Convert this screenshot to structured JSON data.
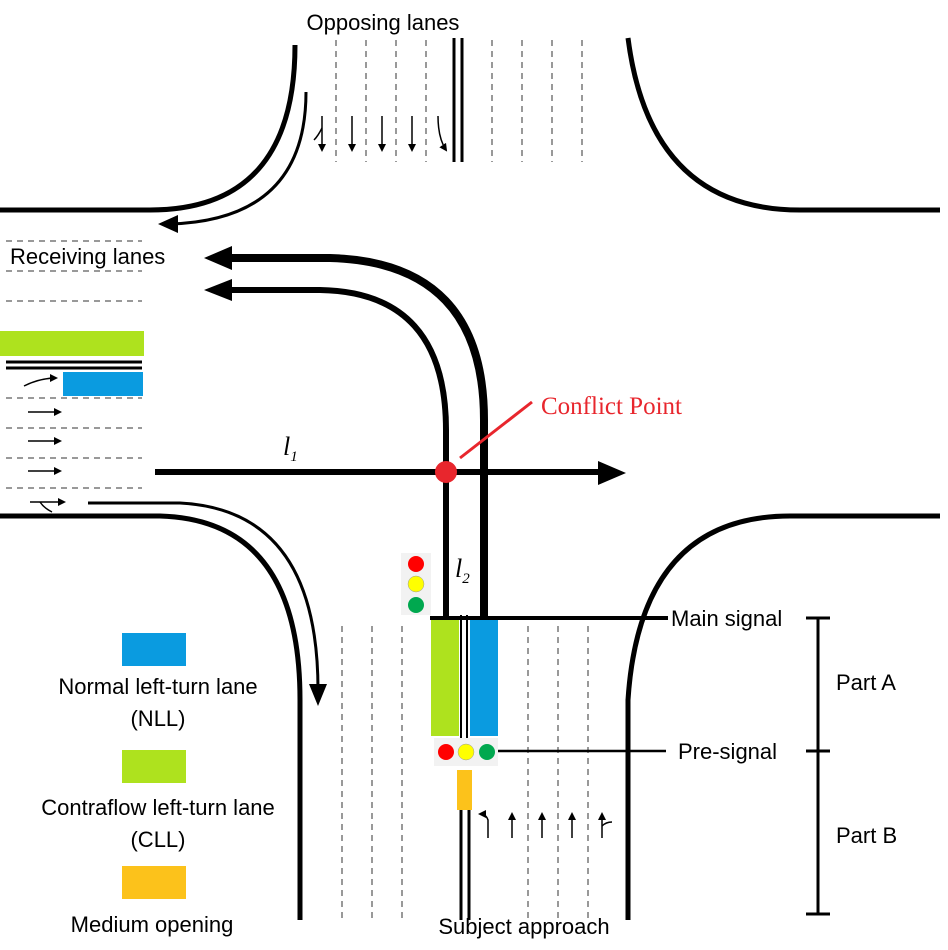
{
  "labels": {
    "opposing_lanes": "Opposing lanes",
    "receiving_lanes": "Receiving lanes",
    "conflict_point": "Conflict Point",
    "l1_letter": "l",
    "l1_sub": "1",
    "l2_letter": "l",
    "l2_sub": "2",
    "main_signal": "Main signal",
    "pre_signal": "Pre-signal",
    "part_a": "Part A",
    "part_b": "Part B",
    "subject_approach": "Subject approach"
  },
  "legend": {
    "nll_line1": "Normal left-turn lane",
    "nll_line2": "(NLL)",
    "cll_line1": "Contraflow left-turn lane",
    "cll_line2": "(CLL)",
    "medium_opening": "Medium opening"
  },
  "colors": {
    "nll": "#0a9be0",
    "cll": "#aee21e",
    "medium_opening": "#fcc21b",
    "conflict": "#e8262d",
    "signal_red": "#ff0000",
    "signal_yellow": "#ffff00",
    "signal_green": "#00a84f"
  }
}
